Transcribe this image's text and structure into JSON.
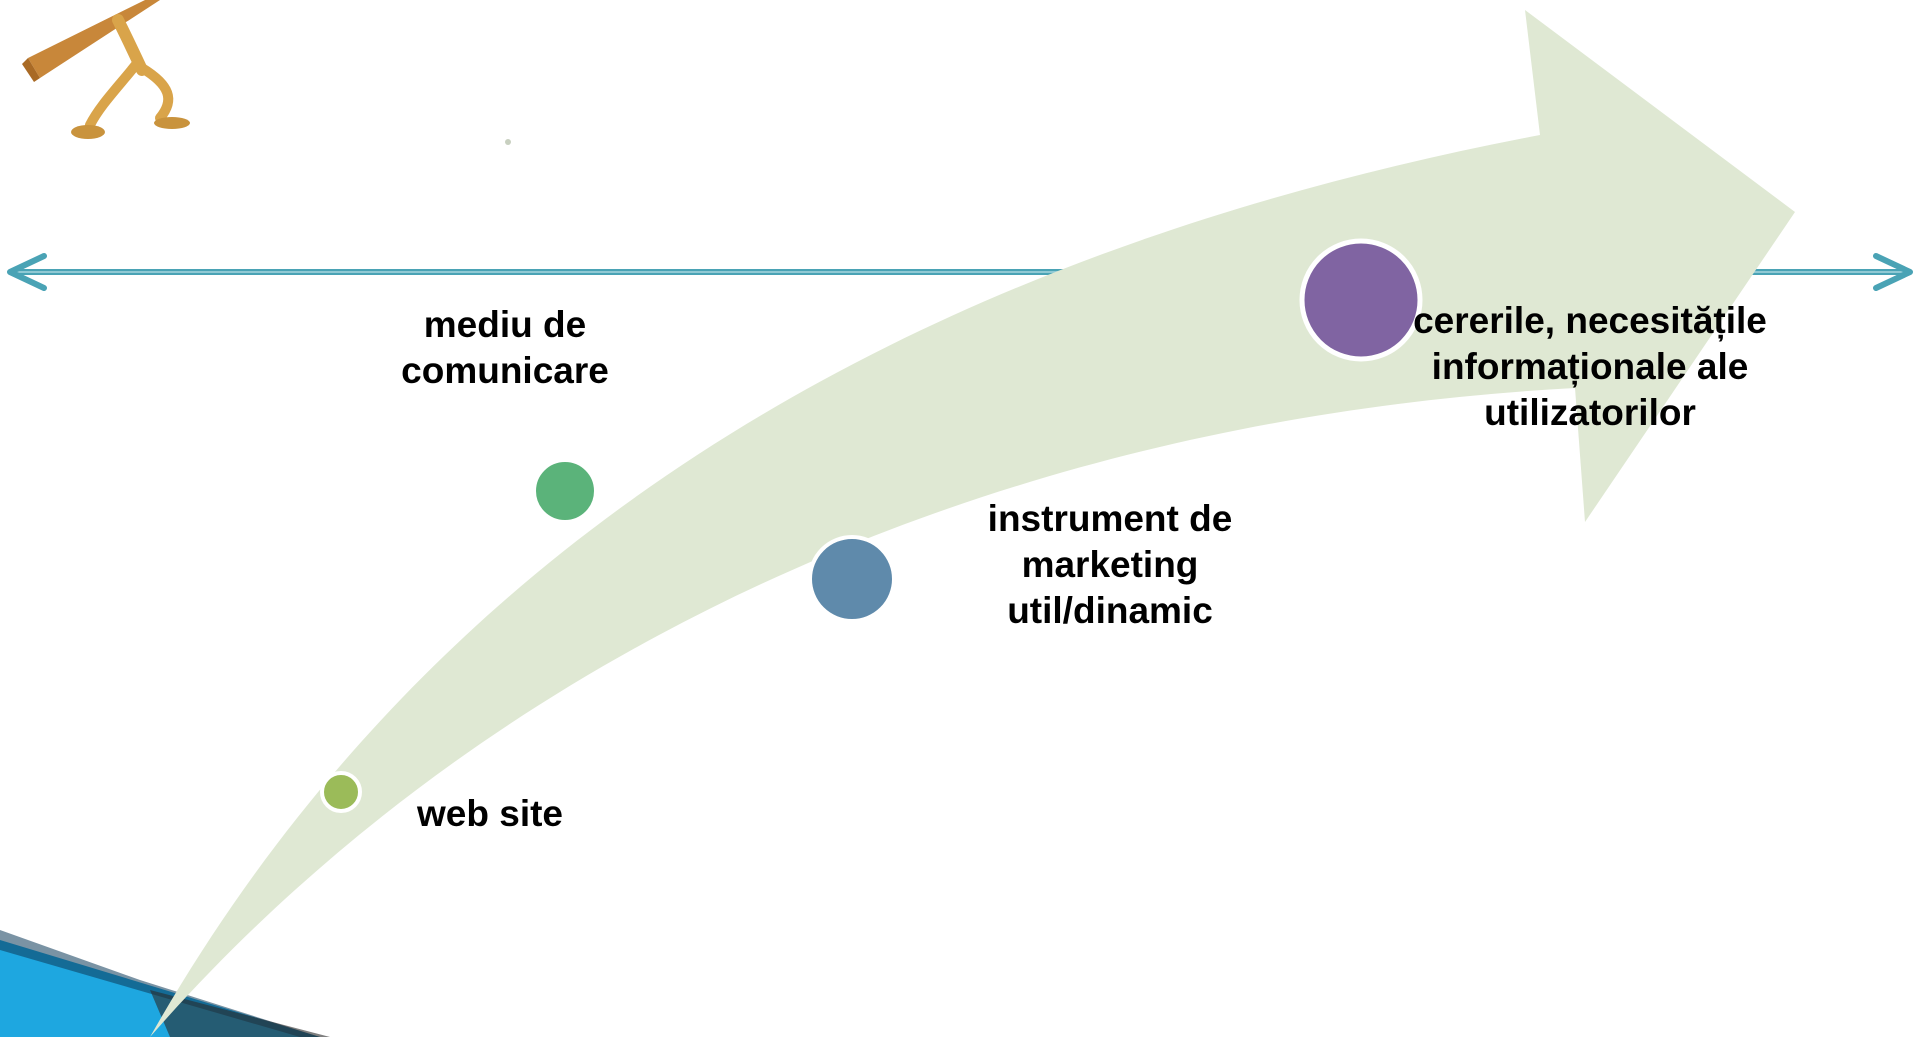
{
  "colors": {
    "arrow": "#dfe8d3",
    "axis_line": "#4aa3b5",
    "node_web_site": "#9bbb59",
    "node_mediu": "#5bb37a",
    "node_instrument": "#5f8aab",
    "node_cererile": "#8064a2",
    "corner_blue": "#1ea7e0"
  },
  "icons": {
    "figure": "wooden-figure-icon"
  },
  "stages": [
    {
      "label": "web site",
      "color": "#9bbb59"
    },
    {
      "label": "mediu de\ncomunicare",
      "color": "#5bb37a"
    },
    {
      "label": "instrument de\nmarketing\nutil/dinamic",
      "color": "#5f8aab"
    },
    {
      "label": "cererile, necesitățile\ninformaționale ale\nutilizatorilor",
      "color": "#8064a2"
    }
  ]
}
